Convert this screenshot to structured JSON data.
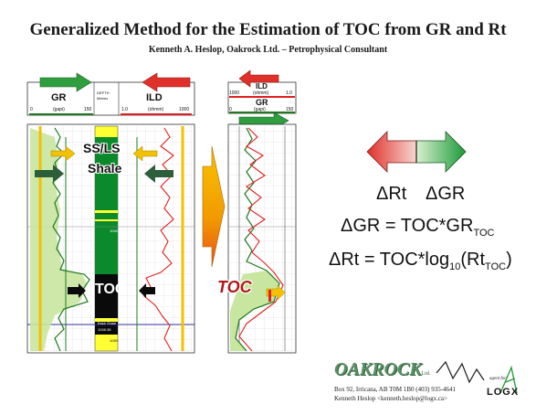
{
  "title": "Generalized Method for the Estimation of TOC from GR and Rt",
  "subtitle": "Kenneth A. Heslop, Oakrock Ltd.  –  Petrophysical Consultant",
  "log1": {
    "gr_label": "GR",
    "gr_unit": "(gapi)",
    "gr_min": "0",
    "gr_max": "150",
    "depth_label": "DEPTH",
    "depth_unit": "Metres",
    "ild_label": "ILD",
    "ild_min": "1.0",
    "ild_unit": "(ohmm)",
    "ild_max": "1000",
    "lith_top": "SS/LS",
    "lith_shale": "Shale",
    "toc_label": "TOC",
    "depth_marks": [
      "1040",
      "1050"
    ],
    "formation_label": "Bakk Shale",
    "formation_depth": "1028.38"
  },
  "log2": {
    "ild_label": "ILD",
    "ild_min": "1000",
    "ild_unit": "(ohmm)",
    "ild_max": "1.0",
    "gr_label": "GR",
    "gr_min": "0",
    "gr_unit": "(gapi)",
    "gr_max": "150",
    "toc_label": "TOC"
  },
  "legend": {
    "delta_rt": "ΔRt",
    "delta_gr": "ΔGR"
  },
  "equations": {
    "eq1_main": "ΔGR = TOC*GR",
    "eq1_sub": "TOC",
    "eq2_main": "ΔRt = TOC*log",
    "eq2_sub1": "10",
    "eq2_mid": "(Rt",
    "eq2_sub2": "TOC",
    "eq2_end": ")"
  },
  "footer": {
    "company": "OAKROCK",
    "company_suffix": "Ltd.",
    "address": "Box 92, Irricana, AB  T0M 1B0    (403) 935-4641",
    "contact": "Kenneth Heslop <kenneth.heslop@logx.ca>",
    "agent_text": "agent for:",
    "logx": "LOGX"
  },
  "colors": {
    "gr_curve": "#1f7a1f",
    "ild_curve": "#e02020",
    "shale_fill": "#0a8a2a",
    "gr_fill": "#c8e6a0",
    "depth_track": "#ffff33",
    "arrow_green": "#2e9e3e",
    "arrow_red": "#e0302a",
    "arrow_yellow": "#f2c200"
  }
}
